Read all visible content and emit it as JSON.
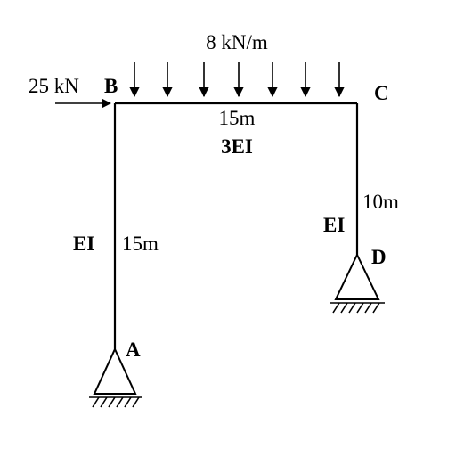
{
  "loads": {
    "distributed": "8 kN/m",
    "point": "25 kN"
  },
  "nodes": {
    "a": "A",
    "b": "B",
    "c": "C",
    "d": "D"
  },
  "members": {
    "ab": {
      "length": "15m",
      "stiffness": "EI"
    },
    "bc": {
      "length": "15m",
      "stiffness": "3EI"
    },
    "cd": {
      "length": "10m",
      "stiffness": "EI"
    }
  },
  "colors": {
    "ink": "#000000",
    "background": "#ffffff"
  },
  "icons": [
    "point-load-arrow-icon",
    "udl-arrow-icon",
    "pin-support-icon",
    "ground-hatch-icon"
  ]
}
